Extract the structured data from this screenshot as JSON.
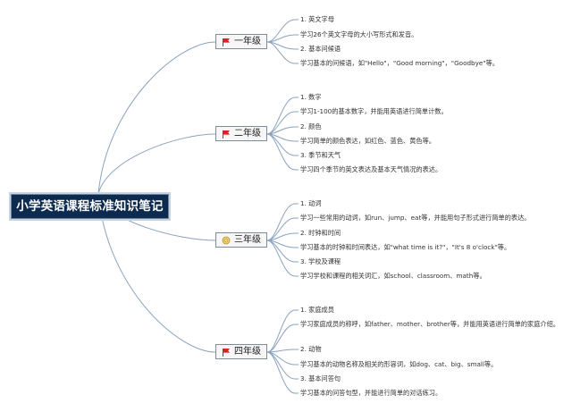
{
  "root": {
    "title": "小学英语课程标准知识笔记"
  },
  "colors": {
    "root_bg": "#0d2b4f",
    "line": "#8aa2bf",
    "flag_red": "#e02020",
    "flag_gold": "#d9b64a"
  },
  "grades": [
    {
      "label": "一年级",
      "icon": "red-flag-icon",
      "items": [
        "1. 英文字母",
        "学习26个英文字母的大小写形式和发音。",
        "2. 基本问候语",
        "学习基本的问候语，如\"Hello\"，\"Good morning\"，\"Goodbye\"等。"
      ]
    },
    {
      "label": "二年级",
      "icon": "red-flag-icon",
      "items": [
        "1. 数字",
        "学习1-100的基本数字，并能用英语进行简单计数。",
        "2. 颜色",
        "学习简单的颜色表达，如红色、蓝色、黄色等。",
        "3. 季节和天气",
        "学习四个季节的英文表达及基本天气情况的表达。"
      ]
    },
    {
      "label": "三年级",
      "icon": "gold-medal-icon",
      "items": [
        "1. 动词",
        "学习一些常用的动词，如run、jump、eat等，并能用句子形式进行简单的表达。",
        "2. 时钟和时间",
        "学习基本的时钟和时间表达，如\"what time is it?\"，\"It's 8 o'clock\"等。",
        "3. 学校及课程",
        "学习学校和课程的相关词汇，如school、classroom、math等。"
      ]
    },
    {
      "label": "四年级",
      "icon": "red-flag-icon",
      "items": [
        "1. 家庭成员",
        "学习家庭成员的称呼，如father、mother、brother等，并能用英语进行简单的家庭介绍。",
        "2. 动物",
        "学习基本的动物名称及相关的形容词，如dog、cat、big、small等。",
        "3. 基本问答句",
        "学习基本的问答句型，并能进行简单的对话练习。"
      ]
    }
  ]
}
